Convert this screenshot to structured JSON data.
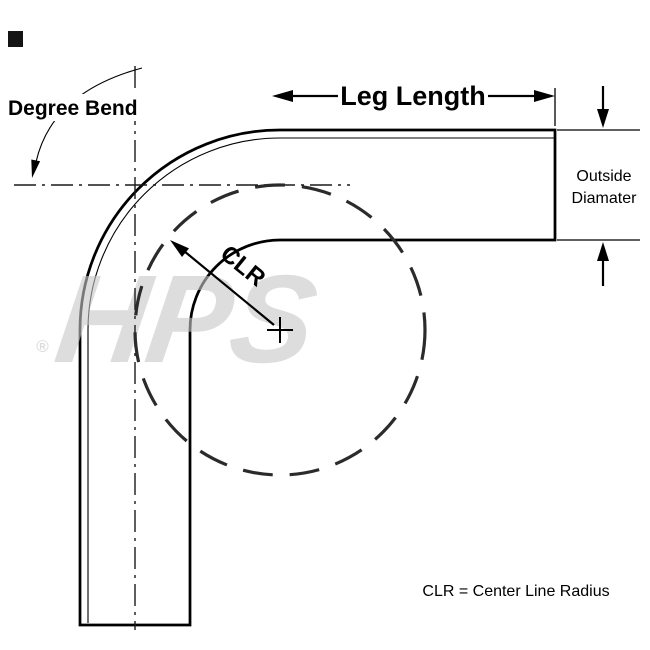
{
  "diagram": {
    "labels": {
      "degree_bend": "Degree Bend",
      "leg_length": "Leg Length",
      "outside_diameter_line1": "Outside",
      "outside_diameter_line2": "Diamater",
      "clr": "CLR"
    },
    "legend": "CLR = Center Line Radius",
    "watermark": {
      "text": "HPS",
      "registered": "®"
    },
    "colors": {
      "line": "#000000",
      "dashed_circle": "#2b2b2b",
      "watermark": "#c8c8c8",
      "background": "#ffffff"
    }
  }
}
